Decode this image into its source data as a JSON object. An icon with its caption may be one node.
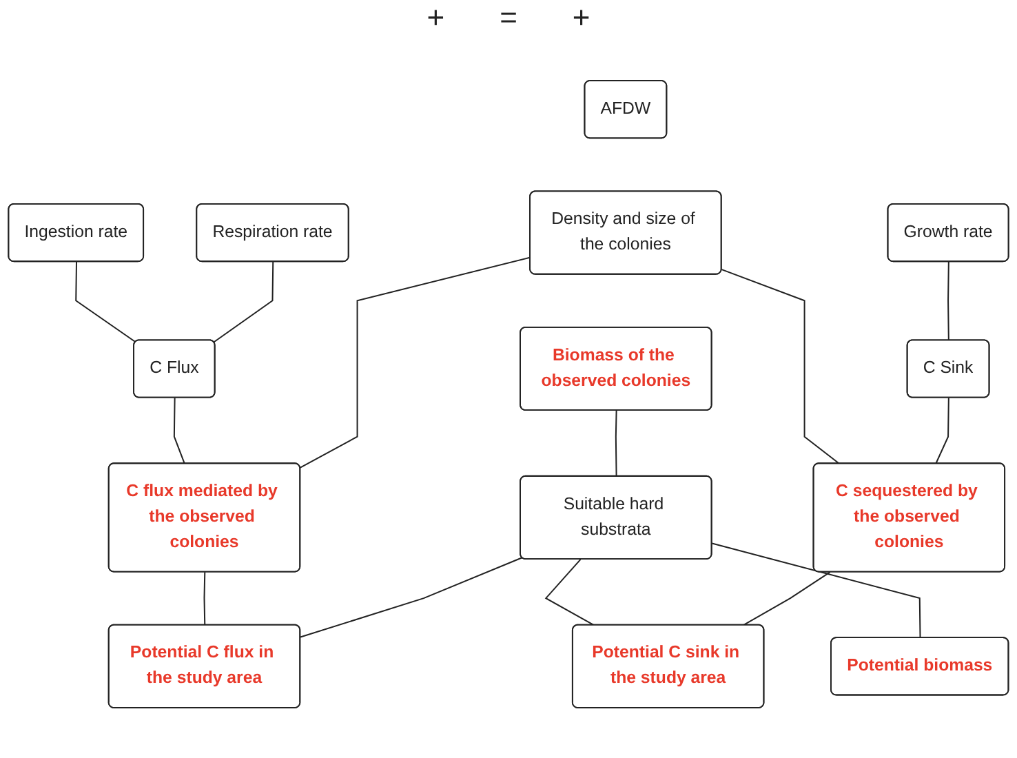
{
  "diagram": {
    "nodes": [
      {
        "text": [
          "Ingestion rate"
        ]
      },
      {
        "text": [
          "Respiration rate"
        ]
      },
      {
        "text": [
          "AFDW"
        ]
      },
      {
        "text": [
          "Growth rate"
        ]
      },
      {
        "text": [
          "C Flux"
        ]
      },
      {
        "text": [
          "Density and size of the colonies"
        ]
      },
      {
        "text": [
          "C Sink"
        ]
      },
      {
        "text": [
          "Biomass of the observed colonies"
        ]
      },
      {
        "text": [
          "C flux mediated by the observed colonies"
        ]
      },
      {
        "text": [
          "Suitable hard substrata"
        ]
      },
      {
        "text": [
          "C sequestered by the observed colonies"
        ]
      },
      {
        "text": [
          "Potential C flux in the study area"
        ]
      },
      {
        "text": [
          "Potential biomass"
        ]
      },
      {
        "text": [
          "Potential C sink in the study area"
        ]
      }
    ],
    "edges": [
      {
        "from": 0,
        "to": 4,
        "arrow": "none"
      },
      {
        "from": 1,
        "to": 4,
        "arrow": "none"
      },
      {
        "from": 3,
        "to": 6,
        "arrow": "none"
      },
      {
        "from": 4,
        "to": 8,
        "arrow": "none"
      },
      {
        "from": 5,
        "to": 8,
        "arrow": "none"
      },
      {
        "from": 5,
        "to": 10,
        "arrow": "none"
      },
      {
        "from": 6,
        "to": 10,
        "arrow": "none"
      },
      {
        "from": 7,
        "to": 9,
        "arrow": "none"
      },
      {
        "from": 8,
        "to": 11,
        "arrow": "none"
      },
      {
        "from": 9,
        "to": 11,
        "arrow": "none"
      },
      {
        "from": 9,
        "to": 12,
        "arrow": "none"
      },
      {
        "from": 9,
        "to": 13,
        "arrow": "none"
      },
      {
        "from": 10,
        "to": 13,
        "arrow": "none"
      }
    ],
    "labels": [
      "+",
      "=",
      "+"
    ]
  }
}
